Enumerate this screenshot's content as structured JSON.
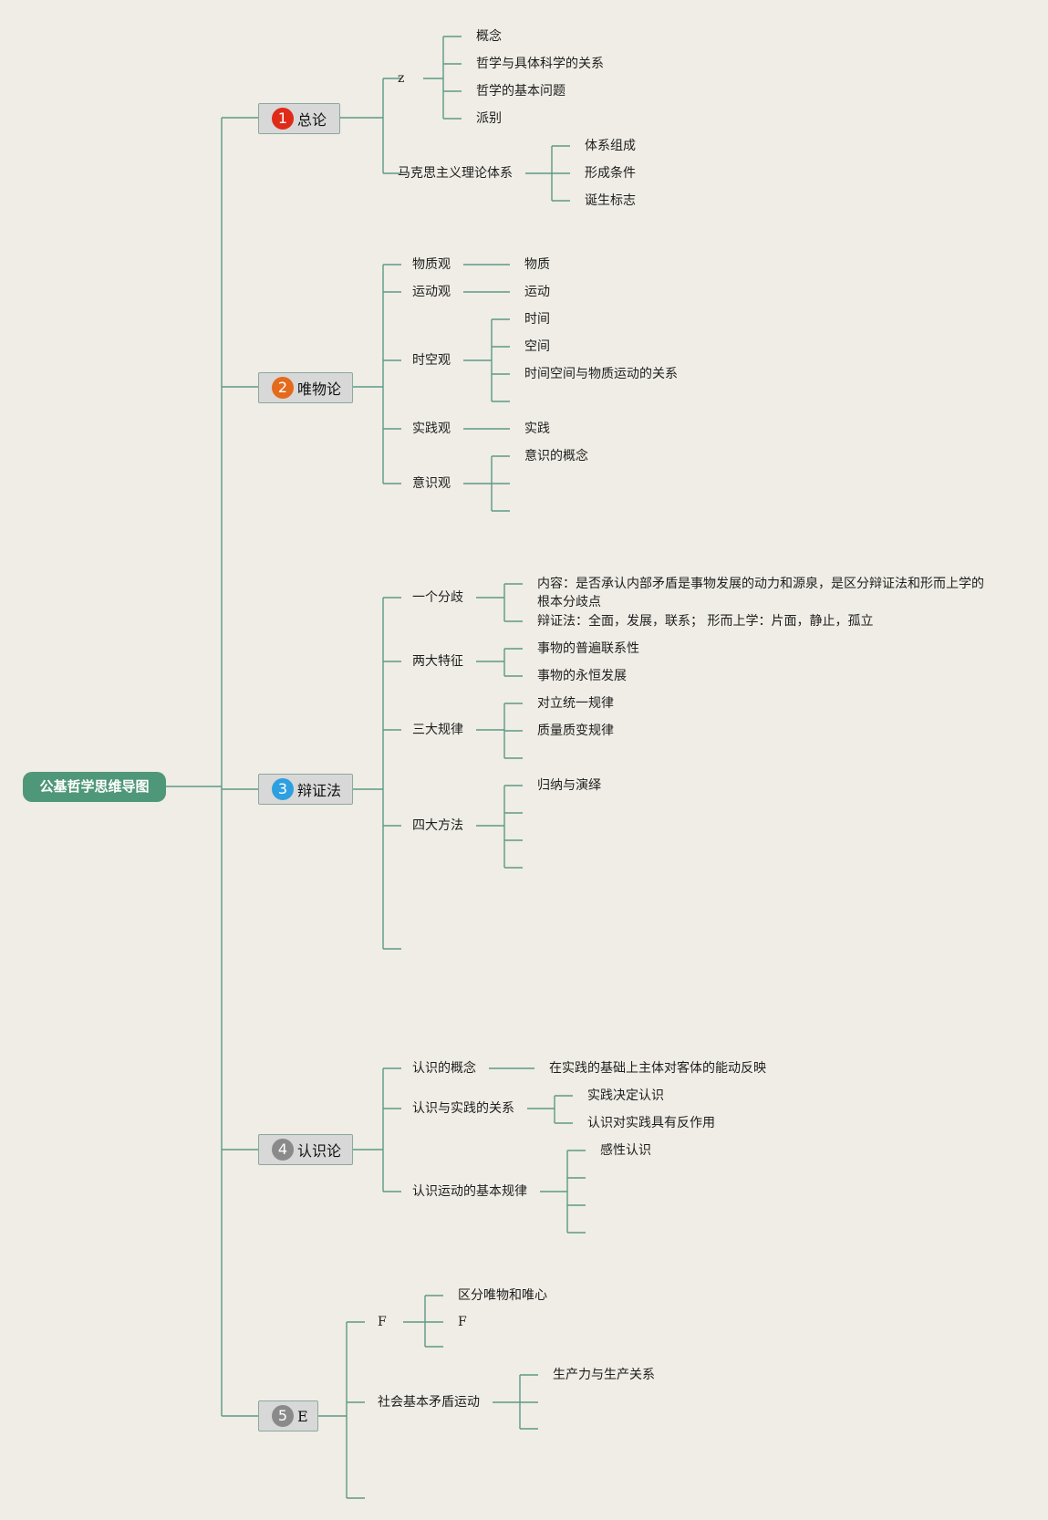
{
  "root": "公基哲学思维导图",
  "colors": {
    "line": "#5e9a86",
    "root": "#4f9779",
    "b1": "#e02a18",
    "b2": "#e46a1c",
    "b3": "#2ea0e0",
    "b4": "#8a8a8a",
    "b5": "#8a8a8a"
  },
  "branches": [
    {
      "num": "1",
      "label": "总论",
      "children": [
        {
          "label": "z",
          "children": [
            "概念",
            "哲学与具体科学的关系",
            "哲学的基本问题",
            "派别"
          ]
        },
        {
          "label": "马克思主义理论体系",
          "children": [
            "体系组成",
            "形成条件",
            "诞生标志"
          ]
        }
      ]
    },
    {
      "num": "2",
      "label": "唯物论",
      "children": [
        {
          "label": "物质观",
          "children": [
            "物质"
          ]
        },
        {
          "label": "运动观",
          "children": [
            "运动"
          ]
        },
        {
          "label": "时空观",
          "children": [
            "时间",
            "空间",
            "时间空间与物质运动的关系",
            ""
          ]
        },
        {
          "label": "实践观",
          "children": [
            "实践"
          ]
        },
        {
          "label": "意识观",
          "children": [
            "意识的概念",
            "",
            ""
          ]
        }
      ]
    },
    {
      "num": "3",
      "label": "辩证法",
      "children": [
        {
          "label": "一个分歧",
          "children": [
            "内容：是否承认内部矛盾是事物发展的动力和源泉，是区分辩证法和形而上学的根本分歧点",
            "辩证法：全面，发展，联系； 形而上学：片面，静止，孤立"
          ]
        },
        {
          "label": "两大特征",
          "children": [
            "事物的普遍联系性",
            "事物的永恒发展"
          ]
        },
        {
          "label": "三大规律",
          "children": [
            "对立统一规律",
            "质量质变规律",
            ""
          ]
        },
        {
          "label": "四大方法",
          "children": [
            "归纳与演绎",
            "",
            "",
            ""
          ]
        },
        {
          "label": "",
          "children": []
        }
      ]
    },
    {
      "num": "4",
      "label": "认识论",
      "children": [
        {
          "label": "认识的概念",
          "children": [
            "在实践的基础上主体对客体的能动反映"
          ]
        },
        {
          "label": "认识与实践的关系",
          "children": [
            "实践决定认识",
            "认识对实践具有反作用"
          ]
        },
        {
          "label": "认识运动的基本规律",
          "children": [
            "感性认识",
            "",
            "",
            ""
          ]
        }
      ]
    },
    {
      "num": "5",
      "label": "E",
      "children": [
        {
          "label": "F",
          "children": [
            "区分唯物和唯心",
            "F",
            ""
          ]
        },
        {
          "label": "社会基本矛盾运动",
          "children": [
            "生产力与生产关系",
            "",
            ""
          ]
        },
        {
          "label": "",
          "children": []
        }
      ]
    }
  ]
}
